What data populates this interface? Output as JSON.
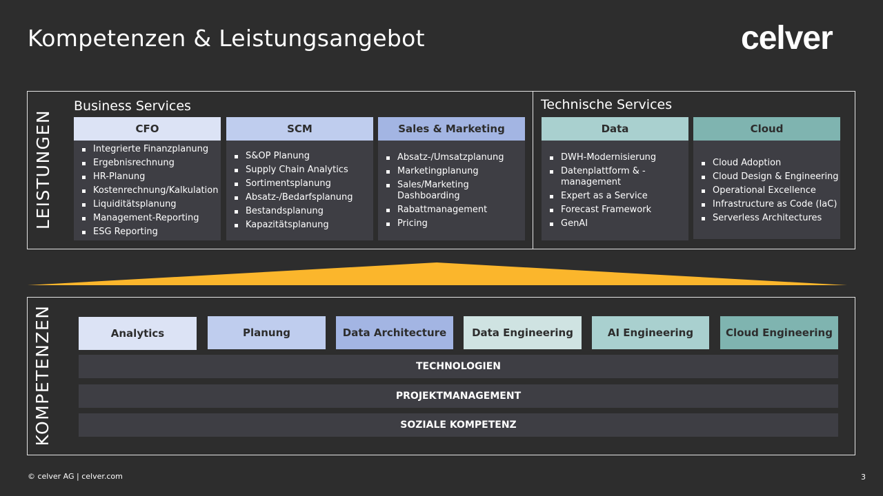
{
  "title": "Kompetenzen & Leistungsangebot",
  "logo": "celver",
  "leistungen": {
    "label": "LEISTUNGEN",
    "business": {
      "title": "Business Services",
      "columns": [
        {
          "head": "CFO",
          "color": "#dce3f5",
          "items": [
            "Integrierte Finanzplanung",
            "Ergebnisrechnung",
            "HR-Planung",
            "Kostenrechnung/Kalkulation",
            "Liquiditätsplanung",
            "Management-Reporting",
            "ESG Reporting"
          ]
        },
        {
          "head": "SCM",
          "color": "#bfcdee",
          "items": [
            "S&OP Planung",
            "Supply Chain Analytics",
            "Sortimentsplanung",
            "Absatz-/Bedarfsplanung",
            "Bestandsplanung",
            "Kapazitätsplanung"
          ]
        },
        {
          "head": "Sales & Marketing",
          "color": "#a3b5e3",
          "items": [
            "Absatz-/Umsatzplanung",
            "Marketingplanung",
            "Sales/Marketing Dashboarding",
            "Rabattmanagement",
            "Pricing"
          ]
        }
      ]
    },
    "technical": {
      "title": "Technische Services",
      "columns": [
        {
          "head": "Data",
          "color": "#a9d0cf",
          "items": [
            "DWH-Modernisierung",
            "Datenplattform & -management",
            "Expert as a Service",
            "Forecast Framework",
            "GenAI"
          ]
        },
        {
          "head": "Cloud",
          "color": "#7fb4b0",
          "items": [
            "Cloud Adoption",
            "Cloud Design & Engineering",
            "Operational Excellence",
            "Infrastructure as Code (IaC)",
            "Serverless Architectures"
          ]
        }
      ]
    }
  },
  "kompetenzen": {
    "label": "KOMPETENZEN",
    "boxes": [
      {
        "label": "Analytics",
        "color": "#dce3f5"
      },
      {
        "label": "Planung",
        "color": "#bfcdee"
      },
      {
        "label": "Data Architecture",
        "color": "#a3b5e3"
      },
      {
        "label": "Data Engineering",
        "color": "#cfe3e2"
      },
      {
        "label": "AI Engineering",
        "color": "#a9d0cf"
      },
      {
        "label": "Cloud Engineering",
        "color": "#7fb4b0"
      }
    ],
    "bars": [
      "TECHNOLOGIEN",
      "PROJEKTMANAGEMENT",
      "SOZIALE KOMPETENZ"
    ]
  },
  "footer": "© celver AG | celver.com",
  "page_number": "3",
  "accent_color": "#fbb62c"
}
